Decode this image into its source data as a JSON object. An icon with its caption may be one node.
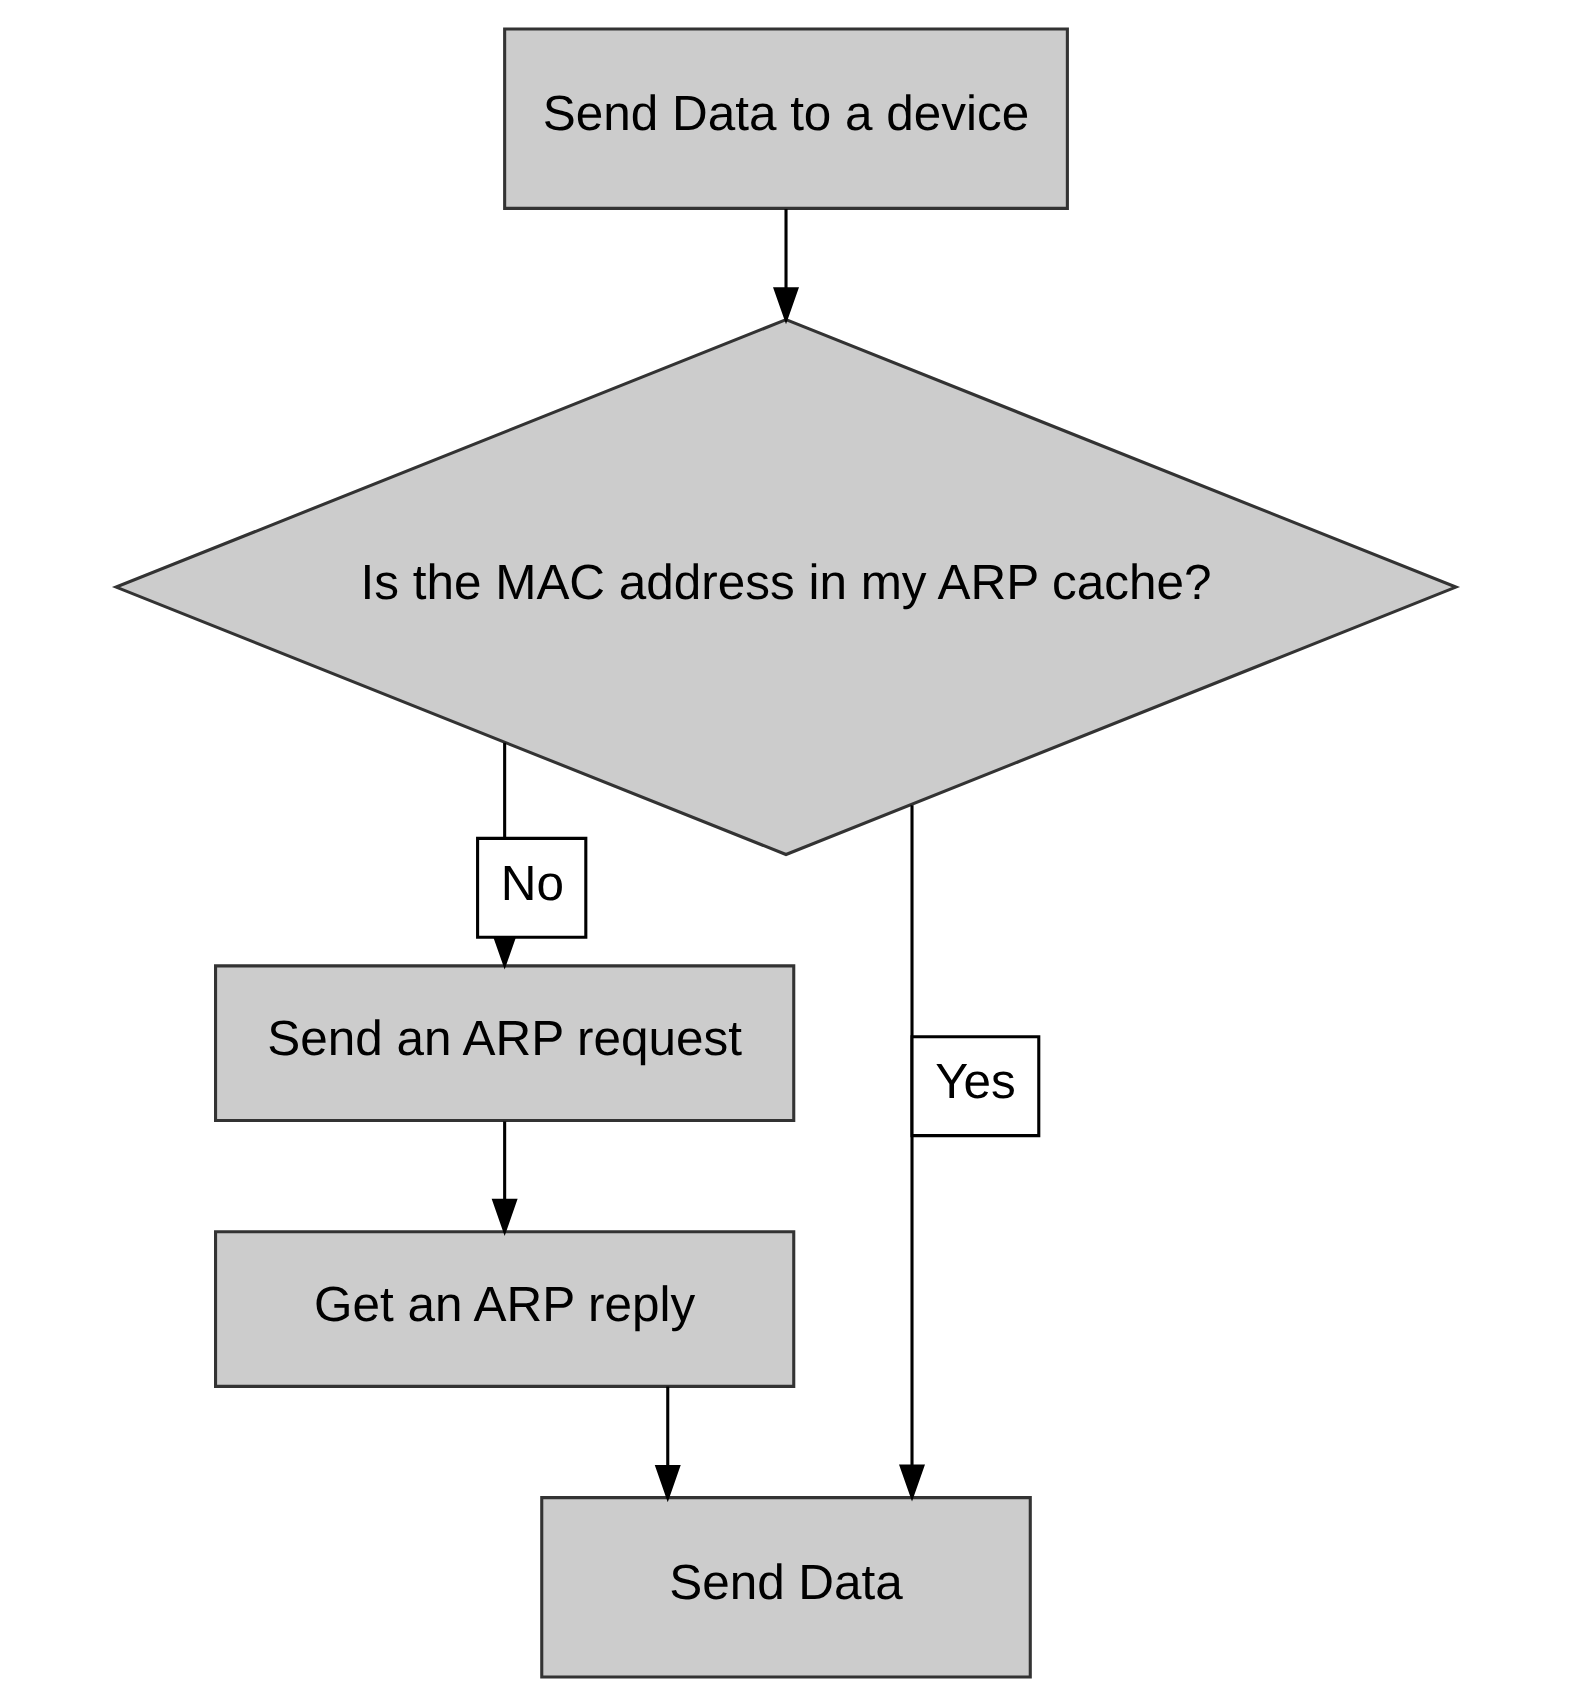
{
  "diagram": {
    "nodes": [
      {
        "text": [
          "Send Data to a device"
        ]
      },
      {
        "text": [
          "Is the MAC address in my ARP cache?"
        ]
      },
      {
        "text": [
          "Send an ARP request"
        ]
      },
      {
        "text": [
          "Get an ARP reply"
        ]
      },
      {
        "text": [
          "Send Data"
        ]
      }
    ],
    "edges": [
      {
        "from": 0,
        "to": 1,
        "arrow": "to"
      },
      {
        "from": 1,
        "to": 2,
        "arrow": "to",
        "label": "No"
      },
      {
        "from": 1,
        "to": 4,
        "arrow": "to",
        "label": "Yes"
      },
      {
        "from": 2,
        "to": 3,
        "arrow": "to"
      },
      {
        "from": 3,
        "to": 4,
        "arrow": "to"
      }
    ]
  }
}
